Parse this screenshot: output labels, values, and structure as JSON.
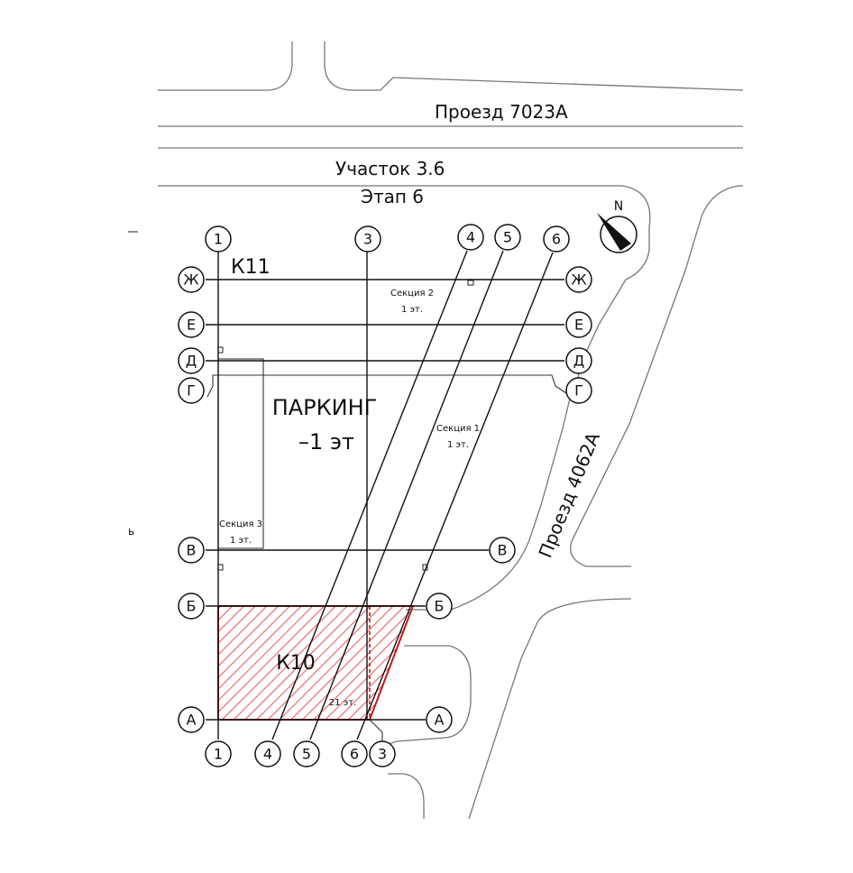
{
  "labels": {
    "road_top": "Проезд 7023А",
    "plot": "Участок 3.6",
    "stage": "Этап 6",
    "road_right": "Проезд 4062А",
    "north": "N",
    "building_k11": "К11",
    "building_k10": "К10",
    "parking_line1": "ПАРКИНГ",
    "parking_line2": "–1 эт",
    "section2_line1": "Секция 2",
    "section2_line2": "1 эт.",
    "section1_line1": "Секция 1",
    "section1_line2": "1 эт.",
    "section3_line1": "Секция 3",
    "section3_line2": "1 эт.",
    "k10_floors": "21 эт.",
    "edge_mark": "ь"
  },
  "axes": {
    "horizontal": [
      "Ж",
      "Е",
      "Д",
      "Г",
      "В",
      "Б",
      "А"
    ],
    "vertical_top": [
      "1",
      "3",
      "4",
      "5",
      "6"
    ],
    "vertical_bottom": [
      "1",
      "4",
      "5",
      "6",
      "3"
    ]
  },
  "colors": {
    "hatch": "#e8262b",
    "lines": "#111111",
    "roads": "#777777"
  }
}
